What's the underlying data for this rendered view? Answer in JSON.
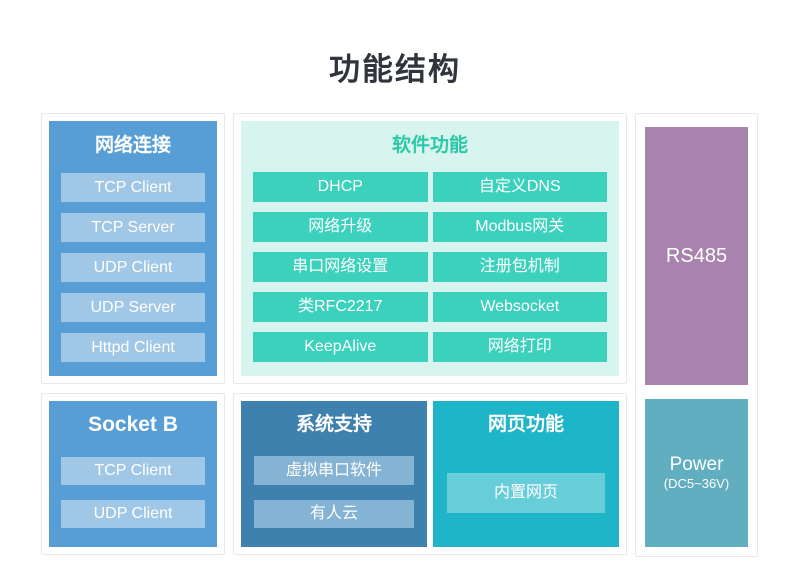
{
  "title": "功能结构",
  "colors": {
    "blue_box": "#579ed6",
    "blue_chip": "#a0c7e6",
    "mint_box": "#d7f5ee",
    "teal_chip": "#3cd1bc",
    "teal_header_text": "#2bc8a8",
    "steel_box": "#3e81ae",
    "steel_chip": "#85b3d3",
    "cyan_box": "#1db5c7",
    "cyan_chip": "#67cdd9",
    "mauve_box": "#a883ae",
    "power_box": "#61aec0",
    "panel_border": "#e9e9e9",
    "title_text": "#30343c"
  },
  "sections": {
    "network": {
      "header": "网络连接",
      "items": [
        "TCP Client",
        "TCP Server",
        "UDP Client",
        "UDP Server",
        "Httpd Client"
      ]
    },
    "socket_b": {
      "header": "Socket B",
      "items": [
        "TCP Client",
        "UDP Client"
      ]
    },
    "software": {
      "header": "软件功能",
      "items": [
        "DHCP",
        "自定义DNS",
        "网络升级",
        "Modbus网关",
        "串口网络设置",
        "注册包机制",
        "类RFC2217",
        "Websocket",
        "KeepAlive",
        "网络打印"
      ]
    },
    "system": {
      "header": "系统支持",
      "items": [
        "虚拟串口软件",
        "有人云"
      ]
    },
    "web": {
      "header": "网页功能",
      "items": [
        "内置网页"
      ]
    },
    "rs485": {
      "label": "RS485"
    },
    "power": {
      "label": "Power",
      "sublabel": "(DC5~36V)"
    }
  }
}
